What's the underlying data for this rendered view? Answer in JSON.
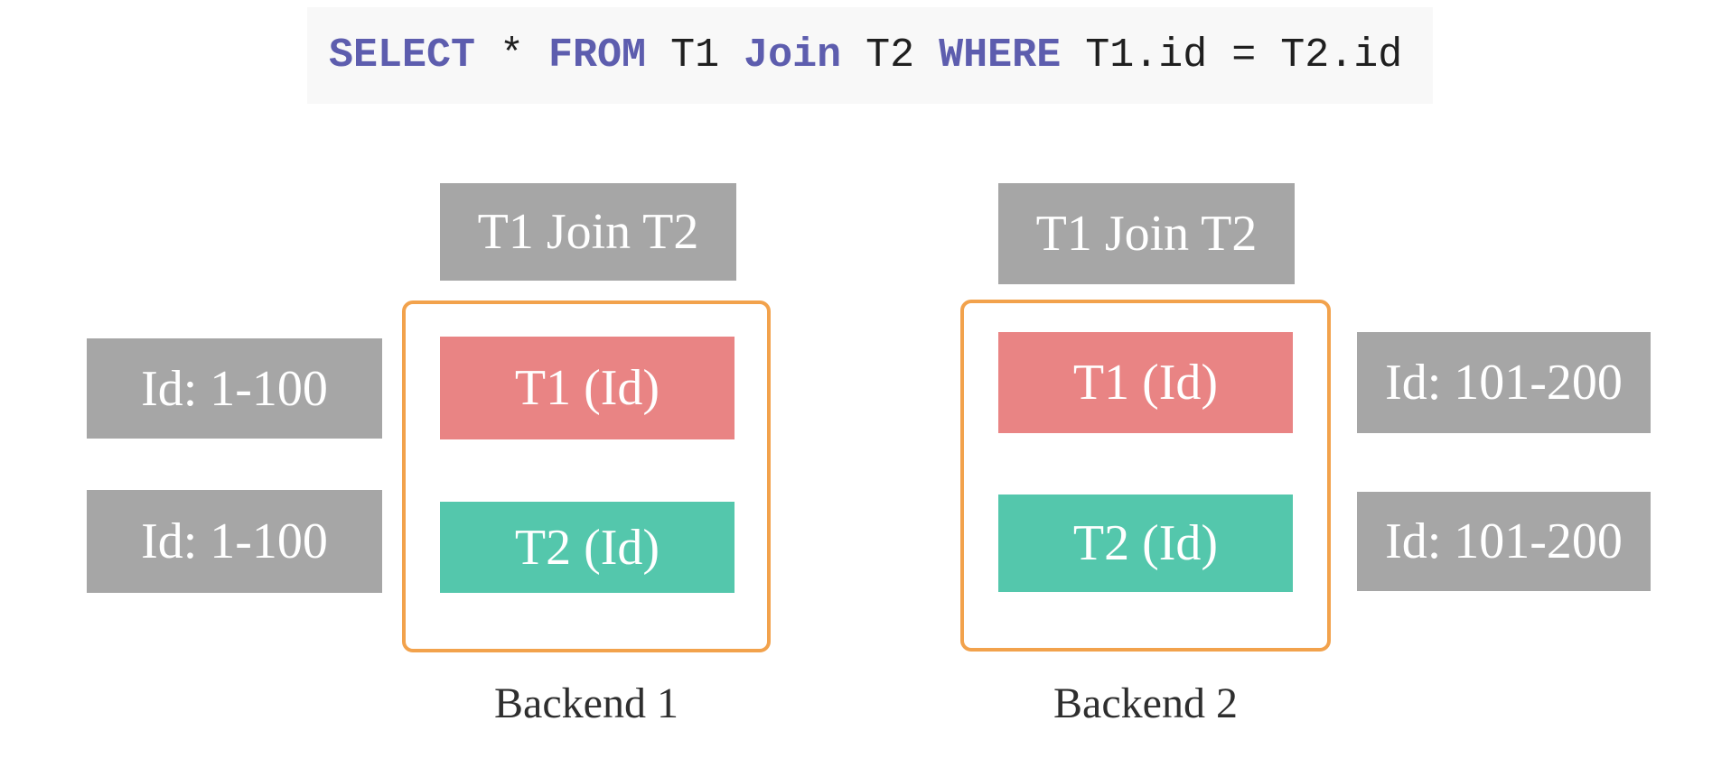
{
  "sql": {
    "select_kw": "SELECT",
    "star": " * ",
    "from_kw": "FROM",
    "t1_token": " T1 ",
    "join_kw": "Join",
    "t2_token": " T2 ",
    "where_kw": "WHERE",
    "condition": " T1.id = T2.id"
  },
  "backends": [
    {
      "name": "Backend 1",
      "header": "T1 Join T2",
      "tables": [
        {
          "label": "T1 (Id)"
        },
        {
          "label": "T2 (Id)"
        }
      ],
      "id_ranges": [
        "Id: 1-100",
        "Id: 1-100"
      ],
      "labels_side": "left"
    },
    {
      "name": "Backend 2",
      "header": "T1 Join T2",
      "tables": [
        {
          "label": "T1 (Id)"
        },
        {
          "label": "T2 (Id)"
        }
      ],
      "id_ranges": [
        "Id: 101-200",
        "Id: 101-200"
      ],
      "labels_side": "right"
    }
  ],
  "colors": {
    "gray_box": "#a6a6a6",
    "t1_fill": "#e98484",
    "t2_fill": "#54c7ac",
    "backend_border": "#f2a24c",
    "sql_keyword": "#5d5dae",
    "sql_text": "#1f1f1f",
    "sql_background": "#f8f8f8",
    "box_text": "#ffffff",
    "caption_text": "#2e2e2e"
  }
}
